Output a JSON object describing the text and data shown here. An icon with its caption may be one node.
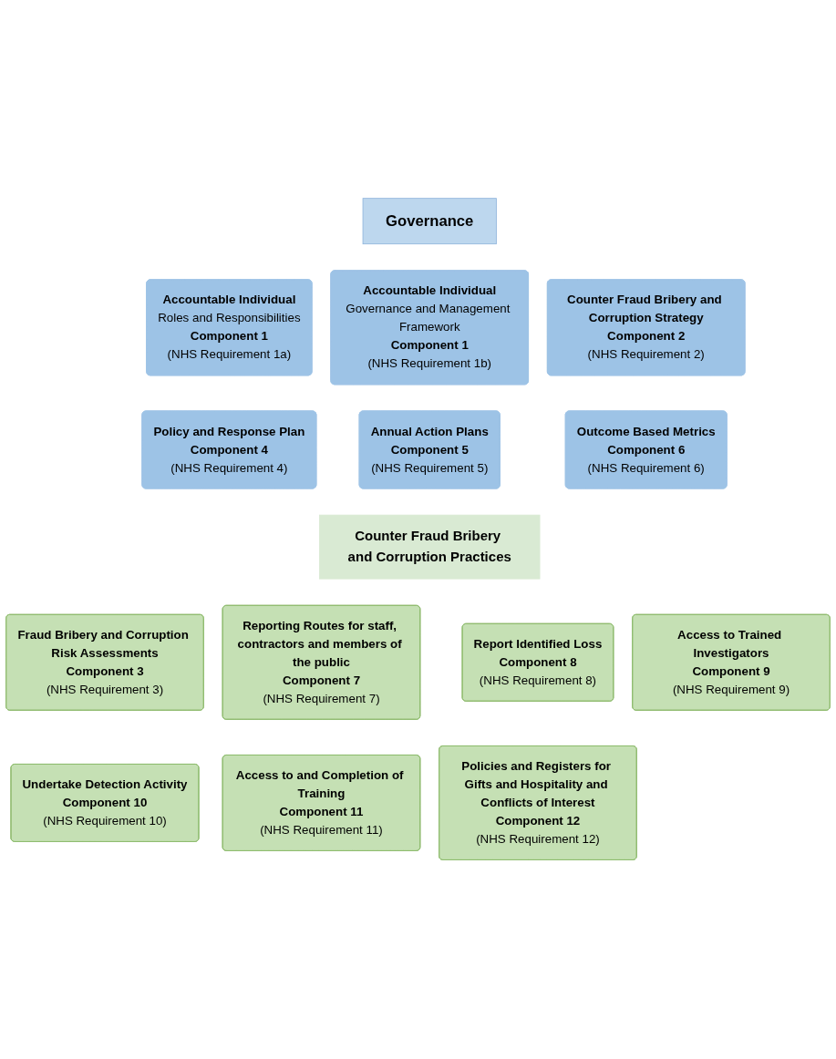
{
  "diagram": {
    "nodes": [
      {
        "text": [
          "Governance"
        ]
      },
      {
        "text": [
          "Accountable Individual",
          "Roles and Responsibilities",
          "Component 1",
          "(NHS Requirement 1a)"
        ]
      },
      {
        "text": [
          "Accountable Individual",
          "Governance and Management Framework",
          "Component 1",
          "(NHS Requirement 1b)"
        ]
      },
      {
        "text": [
          "Counter Fraud Bribery and Corruption Strategy",
          "Component 2",
          "(NHS Requirement 2)"
        ]
      },
      {
        "text": [
          "Policy and Response Plan",
          "Component 4",
          "(NHS Requirement 4)"
        ]
      },
      {
        "text": [
          "Annual Action Plans",
          "Component 5",
          "(NHS Requirement 5)"
        ]
      },
      {
        "text": [
          "Outcome Based Metrics",
          "Component 6",
          "(NHS Requirement 6)"
        ]
      },
      {
        "text": [
          "Counter Fraud Bribery and Corruption Practices"
        ]
      },
      {
        "text": [
          "Fraud Bribery and Corruption Risk Assessments",
          "Component 3",
          "(NHS Requirement 3)"
        ]
      },
      {
        "text": [
          "Reporting Routes for staff, contractors and members of the public",
          "Component 7",
          "(NHS Requirement 7)"
        ]
      },
      {
        "text": [
          "Report Identified Loss",
          "Component 8",
          "(NHS Requirement 8)"
        ]
      },
      {
        "text": [
          "Access to Trained Investigators",
          "Component 9",
          "(NHS Requirement 9)"
        ]
      },
      {
        "text": [
          "Undertake Detection Activity",
          "Component 10",
          "(NHS Requirement 10)"
        ]
      },
      {
        "text": [
          "Access to and Completion of Training",
          "Component 11",
          "(NHS Requirement 11)"
        ]
      },
      {
        "text": [
          "Policies and Registers for Gifts and Hospitality and Conflicts of Interest",
          "Component 12",
          "(NHS Requirement 12)"
        ]
      }
    ]
  }
}
